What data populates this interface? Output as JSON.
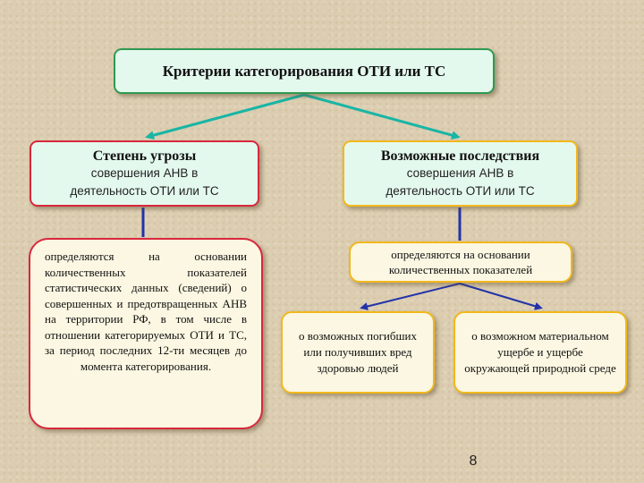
{
  "root": {
    "title": "Критерии категорирования ОТИ или ТС"
  },
  "threat": {
    "heading": "Степень угрозы",
    "subtitle_line1": "совершения АНВ в",
    "subtitle_line2": "деятельность ОТИ или ТС",
    "detail": "определяются на основании количественных показателей статистических данных (сведений) о совершенных и предотвращенных АНВ на территории РФ, в том числе в отношении категорируемых ОТИ и ТС, за период последних 12-ти месяцев до момента категорирования."
  },
  "consequences": {
    "heading": "Возможные последствия",
    "subtitle_line1": "совершения АНВ в",
    "subtitle_line2": "деятельность ОТИ или ТС",
    "detail_line1": "определяются на основании",
    "detail_line2": "количественных показателей",
    "victims": "о возможных погибших или получивших вред здоровью людей",
    "damage": "о возможном материальном ущербе и ущербе окружающей природной среде"
  },
  "page_number": "8",
  "colors": {
    "green_border": "#2f9a50",
    "red_border": "#d8283c",
    "yellow_border": "#f2b81c",
    "arrow_teal": "#19b5a5",
    "connector_blue": "#2233aa",
    "box_fill": "#e4f9ee",
    "detail_fill": "#fbf7e2"
  }
}
